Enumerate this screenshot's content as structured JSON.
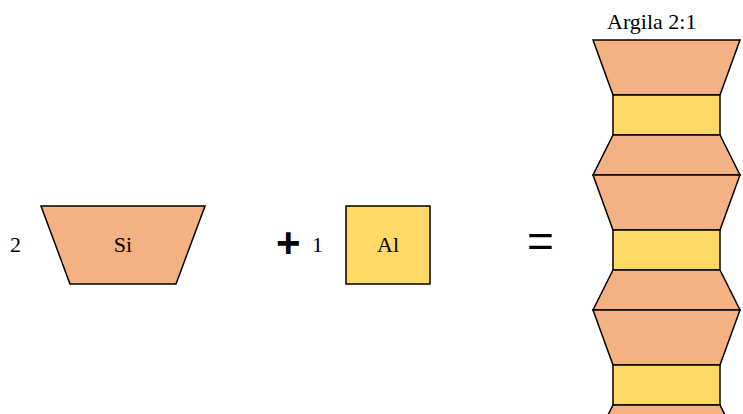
{
  "diagram": {
    "nodes": [
      {
        "text": [
          "Si"
        ]
      },
      {
        "text": [
          "Al"
        ]
      }
    ],
    "labels": [
      "2",
      "+",
      "1",
      "=",
      "Argila 2:1"
    ]
  }
}
